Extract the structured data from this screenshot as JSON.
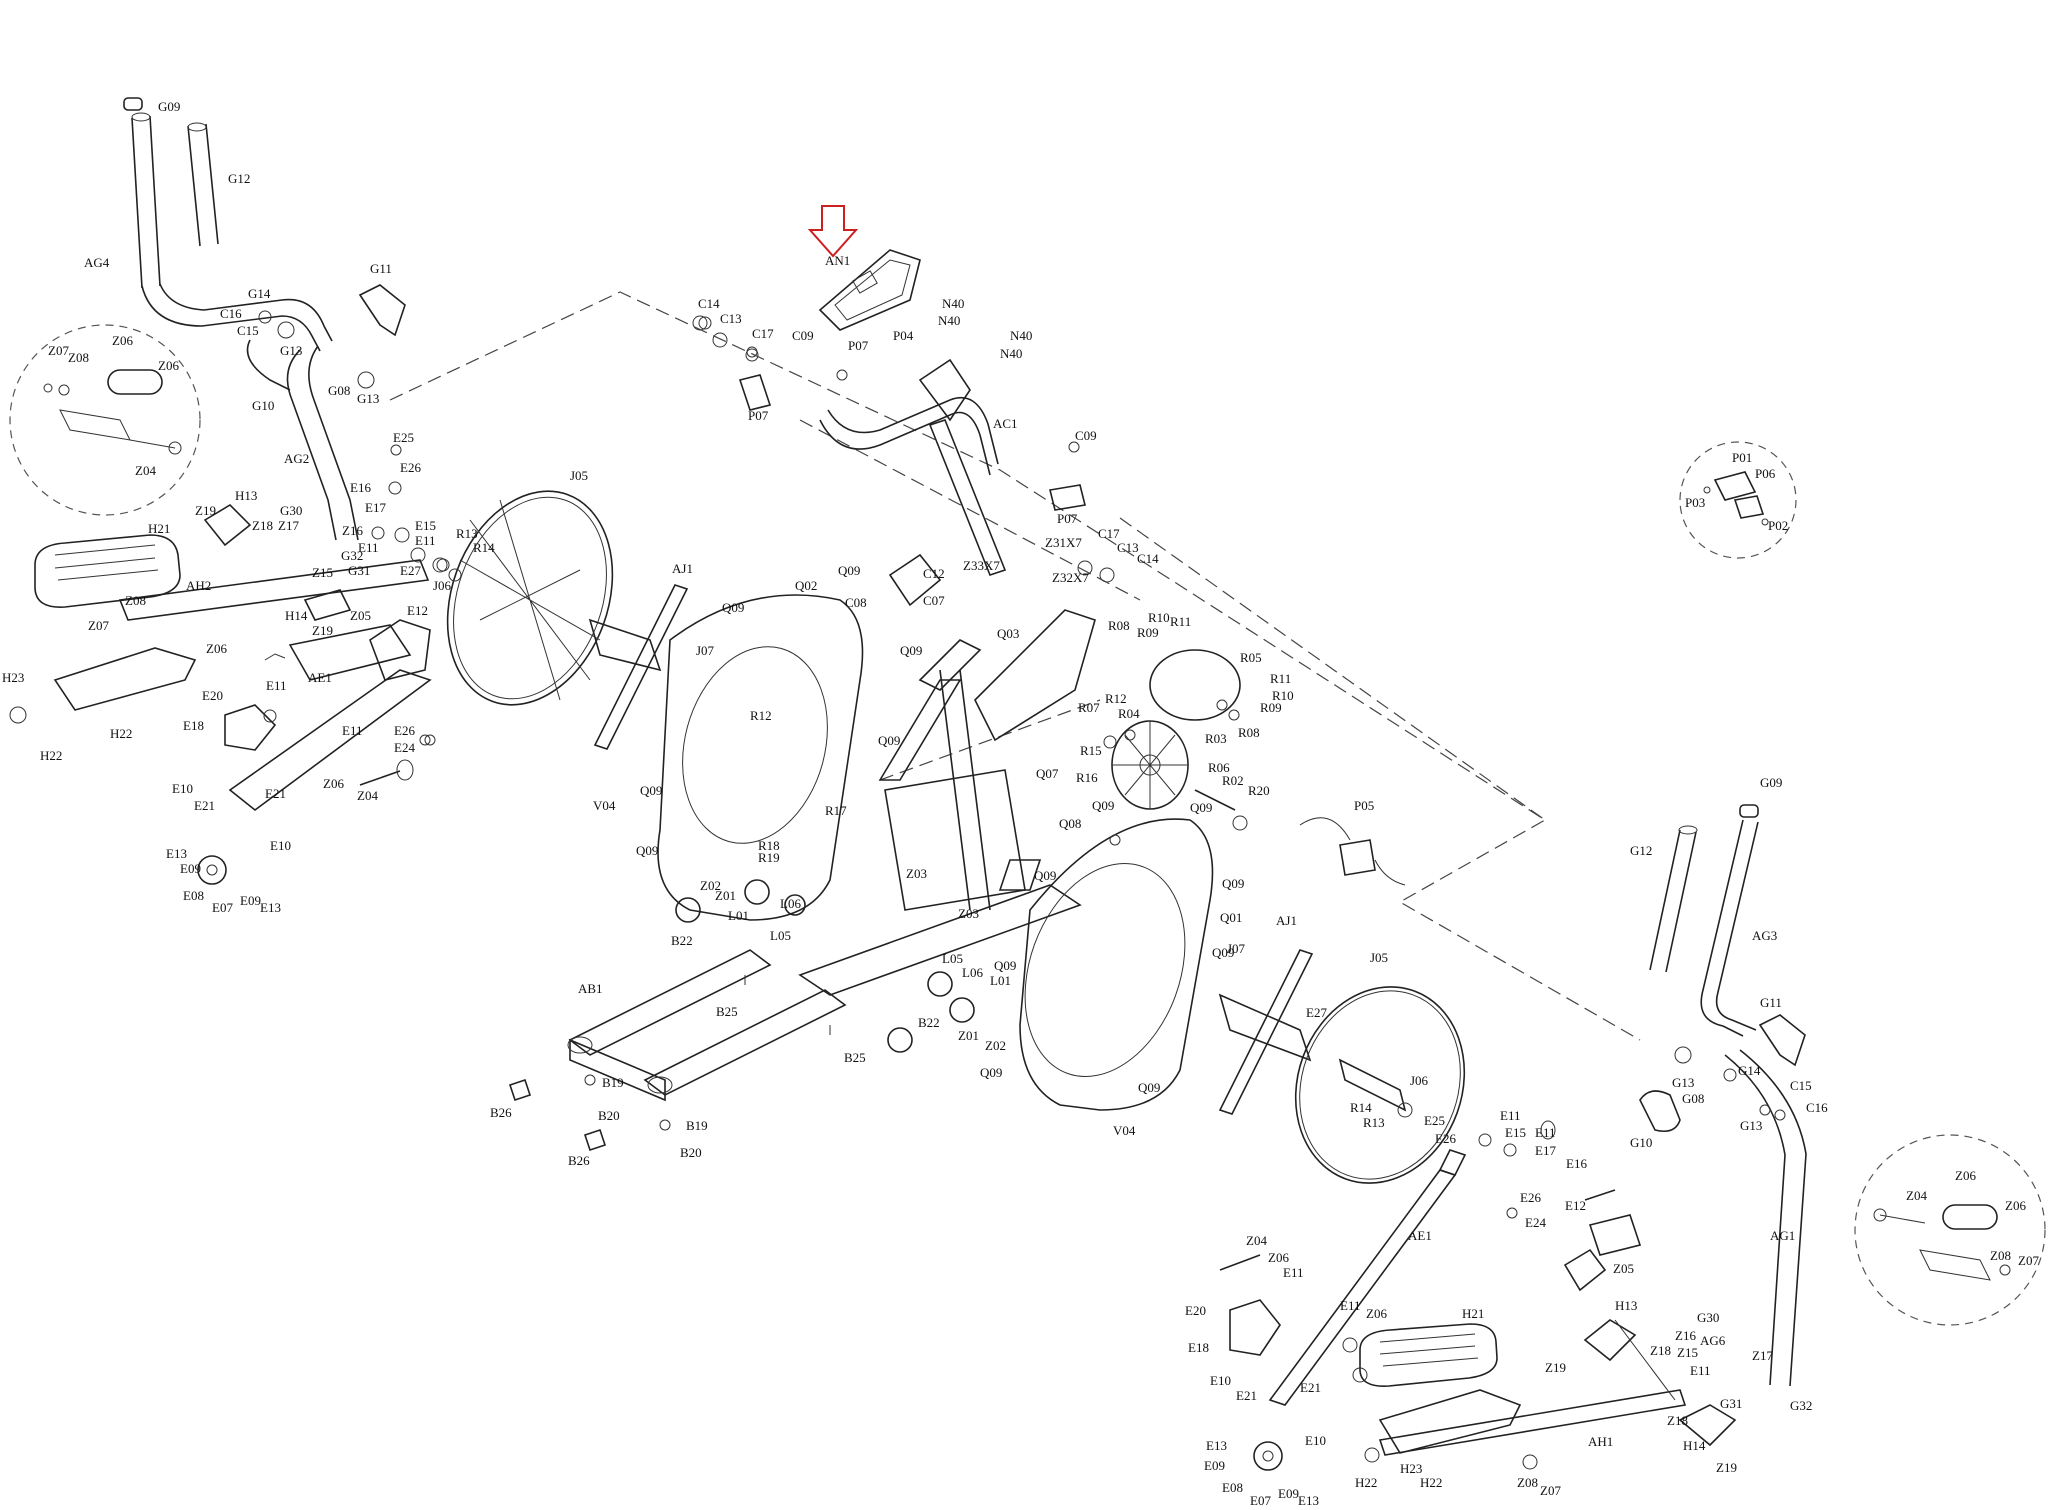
{
  "callouts": [
    {
      "id": "G09",
      "t": "G09"
    },
    {
      "id": "G12",
      "t": "G12"
    },
    {
      "id": "AG4",
      "t": "AG4"
    },
    {
      "id": "G11",
      "t": "G11"
    },
    {
      "id": "G14",
      "t": "G14"
    },
    {
      "id": "C16",
      "t": "C16"
    },
    {
      "id": "C15",
      "t": "C15"
    },
    {
      "id": "G13a",
      "t": "G13"
    },
    {
      "id": "G08",
      "t": "G08"
    },
    {
      "id": "G13b",
      "t": "G13"
    },
    {
      "id": "G10",
      "t": "G10"
    },
    {
      "id": "AG2",
      "t": "AG2"
    },
    {
      "id": "Z07a",
      "t": "Z07"
    },
    {
      "id": "Z08a",
      "t": "Z08"
    },
    {
      "id": "Z06a",
      "t": "Z06"
    },
    {
      "id": "Z06b",
      "t": "Z06"
    },
    {
      "id": "Z04a",
      "t": "Z04"
    },
    {
      "id": "H13a",
      "t": "H13"
    },
    {
      "id": "Z19a",
      "t": "Z19"
    },
    {
      "id": "H21a",
      "t": "H21"
    },
    {
      "id": "AH2",
      "t": "AH2"
    },
    {
      "id": "Z08b",
      "t": "Z08"
    },
    {
      "id": "Z07b",
      "t": "Z07"
    },
    {
      "id": "Z18a",
      "t": "Z18"
    },
    {
      "id": "H14a",
      "t": "H14"
    },
    {
      "id": "Z19b",
      "t": "Z19"
    },
    {
      "id": "Z05a",
      "t": "Z05"
    },
    {
      "id": "H23a",
      "t": "H23"
    },
    {
      "id": "H22a",
      "t": "H22"
    },
    {
      "id": "H22b",
      "t": "H22"
    },
    {
      "id": "Z06c",
      "t": "Z06"
    },
    {
      "id": "E11a",
      "t": "E11"
    },
    {
      "id": "E20a",
      "t": "E20"
    },
    {
      "id": "E18a",
      "t": "E18"
    },
    {
      "id": "AE1a",
      "t": "AE1"
    },
    {
      "id": "E11b",
      "t": "E11"
    },
    {
      "id": "Z06d",
      "t": "Z06"
    },
    {
      "id": "Z04b",
      "t": "Z04"
    },
    {
      "id": "E10a",
      "t": "E10"
    },
    {
      "id": "E21a",
      "t": "E21"
    },
    {
      "id": "E21b",
      "t": "E21"
    },
    {
      "id": "E10b",
      "t": "E10"
    },
    {
      "id": "E13a",
      "t": "E13"
    },
    {
      "id": "E09a",
      "t": "E09"
    },
    {
      "id": "E08a",
      "t": "E08"
    },
    {
      "id": "E07a",
      "t": "E07"
    },
    {
      "id": "E09b",
      "t": "E09"
    },
    {
      "id": "E13b",
      "t": "E13"
    },
    {
      "id": "E25a",
      "t": "E25"
    },
    {
      "id": "E26a",
      "t": "E26"
    },
    {
      "id": "E16a",
      "t": "E16"
    },
    {
      "id": "E17a",
      "t": "E17"
    },
    {
      "id": "G30a",
      "t": "G30"
    },
    {
      "id": "Z17a",
      "t": "Z17"
    },
    {
      "id": "Z16a",
      "t": "Z16"
    },
    {
      "id": "E11c",
      "t": "E11"
    },
    {
      "id": "E15a",
      "t": "E15"
    },
    {
      "id": "E11d",
      "t": "E11"
    },
    {
      "id": "G31a",
      "t": "G31"
    },
    {
      "id": "G32a",
      "t": "G32"
    },
    {
      "id": "Z15a",
      "t": "Z15"
    },
    {
      "id": "E27a",
      "t": "E27"
    },
    {
      "id": "R13a",
      "t": "R13"
    },
    {
      "id": "R14a",
      "t": "R14"
    },
    {
      "id": "J06a",
      "t": "J06"
    },
    {
      "id": "E12a",
      "t": "E12"
    },
    {
      "id": "E26b",
      "t": "E26"
    },
    {
      "id": "E24a",
      "t": "E24"
    },
    {
      "id": "J05a",
      "t": "J05"
    },
    {
      "id": "AJ1a",
      "t": "AJ1"
    },
    {
      "id": "J07a",
      "t": "J07"
    },
    {
      "id": "AN1",
      "t": "AN1"
    },
    {
      "id": "C14a",
      "t": "C14"
    },
    {
      "id": "C13a",
      "t": "C13"
    },
    {
      "id": "C17a",
      "t": "C17"
    },
    {
      "id": "C09a",
      "t": "C09"
    },
    {
      "id": "P07a",
      "t": "P07"
    },
    {
      "id": "P07b",
      "t": "P07"
    },
    {
      "id": "P04",
      "t": "P04"
    },
    {
      "id": "N40a",
      "t": "N40"
    },
    {
      "id": "N40b",
      "t": "N40"
    },
    {
      "id": "N40c",
      "t": "N40"
    },
    {
      "id": "N40d",
      "t": "N40"
    },
    {
      "id": "AC1",
      "t": "AC1"
    },
    {
      "id": "C09b",
      "t": "C09"
    },
    {
      "id": "P07c",
      "t": "P07"
    },
    {
      "id": "Z31X7",
      "t": "Z31X7"
    },
    {
      "id": "Z33X7",
      "t": "Z33X7"
    },
    {
      "id": "Z32X7",
      "t": "Z32X7"
    },
    {
      "id": "C17b",
      "t": "C17"
    },
    {
      "id": "C13b",
      "t": "C13"
    },
    {
      "id": "C14b",
      "t": "C14"
    },
    {
      "id": "C12",
      "t": "C12"
    },
    {
      "id": "C07",
      "t": "C07"
    },
    {
      "id": "C08",
      "t": "C08"
    },
    {
      "id": "Q09a",
      "t": "Q09"
    },
    {
      "id": "Q02",
      "t": "Q02"
    },
    {
      "id": "Q09b",
      "t": "Q09"
    },
    {
      "id": "Q09c",
      "t": "Q09"
    },
    {
      "id": "Q09d",
      "t": "Q09"
    },
    {
      "id": "Q09e",
      "t": "Q09"
    },
    {
      "id": "Q09f",
      "t": "Q09"
    },
    {
      "id": "Q03",
      "t": "Q03"
    },
    {
      "id": "R12a",
      "t": "R12"
    },
    {
      "id": "V04a",
      "t": "V04"
    },
    {
      "id": "R17",
      "t": "R17"
    },
    {
      "id": "R18",
      "t": "R18"
    },
    {
      "id": "R19",
      "t": "R19"
    },
    {
      "id": "Z02a",
      "t": "Z02"
    },
    {
      "id": "Z01a",
      "t": "Z01"
    },
    {
      "id": "L01a",
      "t": "L01"
    },
    {
      "id": "L06a",
      "t": "L06"
    },
    {
      "id": "L05a",
      "t": "L05"
    },
    {
      "id": "B22a",
      "t": "B22"
    },
    {
      "id": "Z03a",
      "t": "Z03"
    },
    {
      "id": "Z03b",
      "t": "Z03"
    },
    {
      "id": "R08a",
      "t": "R08"
    },
    {
      "id": "R10a",
      "t": "R10"
    },
    {
      "id": "R09a",
      "t": "R09"
    },
    {
      "id": "R11a",
      "t": "R11"
    },
    {
      "id": "R05",
      "t": "R05"
    },
    {
      "id": "R11b",
      "t": "R11"
    },
    {
      "id": "R10b",
      "t": "R10"
    },
    {
      "id": "R09b",
      "t": "R09"
    },
    {
      "id": "R08b",
      "t": "R08"
    },
    {
      "id": "R07",
      "t": "R07"
    },
    {
      "id": "R12b",
      "t": "R12"
    },
    {
      "id": "R04",
      "t": "R04"
    },
    {
      "id": "R15",
      "t": "R15"
    },
    {
      "id": "R03",
      "t": "R03"
    },
    {
      "id": "R16",
      "t": "R16"
    },
    {
      "id": "R06",
      "t": "R06"
    },
    {
      "id": "R02",
      "t": "R02"
    },
    {
      "id": "R20",
      "t": "R20"
    },
    {
      "id": "Q07",
      "t": "Q07"
    },
    {
      "id": "Q08",
      "t": "Q08"
    },
    {
      "id": "Q09g",
      "t": "Q09"
    },
    {
      "id": "Q09h",
      "t": "Q09"
    },
    {
      "id": "Q09i",
      "t": "Q09"
    },
    {
      "id": "Q09j",
      "t": "Q09"
    },
    {
      "id": "Q01",
      "t": "Q01"
    },
    {
      "id": "P05",
      "t": "P05"
    },
    {
      "id": "P01",
      "t": "P01"
    },
    {
      "id": "P06",
      "t": "P06"
    },
    {
      "id": "P03",
      "t": "P03"
    },
    {
      "id": "P02",
      "t": "P02"
    },
    {
      "id": "AB1",
      "t": "AB1"
    },
    {
      "id": "B25a",
      "t": "B25"
    },
    {
      "id": "B22b",
      "t": "B22"
    },
    {
      "id": "B25b",
      "t": "B25"
    },
    {
      "id": "B19a",
      "t": "B19"
    },
    {
      "id": "B20a",
      "t": "B20"
    },
    {
      "id": "B26a",
      "t": "B26"
    },
    {
      "id": "B19b",
      "t": "B19"
    },
    {
      "id": "B26b",
      "t": "B26"
    },
    {
      "id": "B20b",
      "t": "B20"
    },
    {
      "id": "L05b",
      "t": "L05"
    },
    {
      "id": "L06b",
      "t": "L06"
    },
    {
      "id": "Q09k",
      "t": "Q09"
    },
    {
      "id": "L01b",
      "t": "L01"
    },
    {
      "id": "Z01b",
      "t": "Z01"
    },
    {
      "id": "Z02b",
      "t": "Z02"
    },
    {
      "id": "Q09l",
      "t": "Q09"
    },
    {
      "id": "Q09m",
      "t": "Q09"
    },
    {
      "id": "V04b",
      "t": "V04"
    },
    {
      "id": "AJ1b",
      "t": "AJ1"
    },
    {
      "id": "J07b",
      "t": "J07"
    },
    {
      "id": "Q09n",
      "t": "Q09"
    },
    {
      "id": "J05b",
      "t": "J05"
    },
    {
      "id": "E27b",
      "t": "E27"
    },
    {
      "id": "J06b",
      "t": "J06"
    },
    {
      "id": "R14b",
      "t": "R14"
    },
    {
      "id": "R13b",
      "t": "R13"
    },
    {
      "id": "E25b",
      "t": "E25"
    },
    {
      "id": "E26c",
      "t": "E26"
    },
    {
      "id": "E11e",
      "t": "E11"
    },
    {
      "id": "E15b",
      "t": "E15"
    },
    {
      "id": "E11f",
      "t": "E11"
    },
    {
      "id": "E17b",
      "t": "E17"
    },
    {
      "id": "E16b",
      "t": "E16"
    },
    {
      "id": "E26d",
      "t": "E26"
    },
    {
      "id": "E24b",
      "t": "E24"
    },
    {
      "id": "E12b",
      "t": "E12"
    },
    {
      "id": "Z05b",
      "t": "Z05"
    },
    {
      "id": "AE1b",
      "t": "AE1"
    },
    {
      "id": "Z04c",
      "t": "Z04"
    },
    {
      "id": "Z06e",
      "t": "Z06"
    },
    {
      "id": "E11g",
      "t": "E11"
    },
    {
      "id": "E11h",
      "t": "E11"
    },
    {
      "id": "Z06f",
      "t": "Z06"
    },
    {
      "id": "H21b",
      "t": "H21"
    },
    {
      "id": "E20b",
      "t": "E20"
    },
    {
      "id": "E18b",
      "t": "E18"
    },
    {
      "id": "E10c",
      "t": "E10"
    },
    {
      "id": "E21c",
      "t": "E21"
    },
    {
      "id": "E21d",
      "t": "E21"
    },
    {
      "id": "E10d",
      "t": "E10"
    },
    {
      "id": "E13c",
      "t": "E13"
    },
    {
      "id": "E09c",
      "t": "E09"
    },
    {
      "id": "E08b",
      "t": "E08"
    },
    {
      "id": "E07b",
      "t": "E07"
    },
    {
      "id": "E09d",
      "t": "E09"
    },
    {
      "id": "E13d",
      "t": "E13"
    },
    {
      "id": "H13b",
      "t": "H13"
    },
    {
      "id": "Z19c",
      "t": "Z19"
    },
    {
      "id": "Z18b",
      "t": "Z18"
    },
    {
      "id": "Z16b",
      "t": "Z16"
    },
    {
      "id": "Z15b",
      "t": "Z15"
    },
    {
      "id": "AG6",
      "t": "AG6"
    },
    {
      "id": "E11i",
      "t": "E11"
    },
    {
      "id": "G30b",
      "t": "G30"
    },
    {
      "id": "Z17b",
      "t": "Z17"
    },
    {
      "id": "G31b",
      "t": "G31"
    },
    {
      "id": "G32b",
      "t": "G32"
    },
    {
      "id": "Z18c",
      "t": "Z18"
    },
    {
      "id": "H14b",
      "t": "H14"
    },
    {
      "id": "Z19d",
      "t": "Z19"
    },
    {
      "id": "AH1",
      "t": "AH1"
    },
    {
      "id": "H22c",
      "t": "H22"
    },
    {
      "id": "H23b",
      "t": "H23"
    },
    {
      "id": "H22d",
      "t": "H22"
    },
    {
      "id": "Z08c",
      "t": "Z08"
    },
    {
      "id": "Z07c",
      "t": "Z07"
    },
    {
      "id": "G09b",
      "t": "G09"
    },
    {
      "id": "G12b",
      "t": "G12"
    },
    {
      "id": "AG3",
      "t": "AG3"
    },
    {
      "id": "G11b",
      "t": "G11"
    },
    {
      "id": "G13c",
      "t": "G13"
    },
    {
      "id": "G14b",
      "t": "G14"
    },
    {
      "id": "G08b",
      "t": "G08"
    },
    {
      "id": "C15b",
      "t": "C15"
    },
    {
      "id": "C16b",
      "t": "C16"
    },
    {
      "id": "G10b",
      "t": "G10"
    },
    {
      "id": "G13d",
      "t": "G13"
    },
    {
      "id": "AG1",
      "t": "AG1"
    },
    {
      "id": "Z04d",
      "t": "Z04"
    },
    {
      "id": "Z06g",
      "t": "Z06"
    },
    {
      "id": "Z06h",
      "t": "Z06"
    },
    {
      "id": "Z08d",
      "t": "Z08"
    },
    {
      "id": "Z07d",
      "t": "Z07"
    }
  ],
  "colors": {
    "ink": "#222222",
    "highlight": "#cc2020",
    "background": "#ffffff"
  },
  "highlight_icon": "down-arrow-icon"
}
